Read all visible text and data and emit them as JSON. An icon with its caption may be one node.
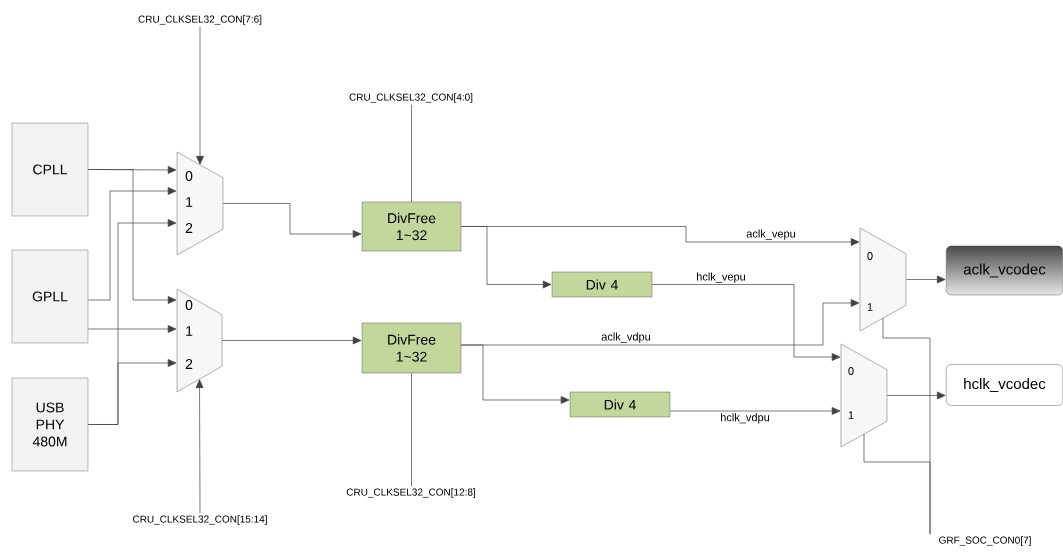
{
  "diagram": {
    "nodes": [
      {
        "text": [
          "CPLL"
        ]
      },
      {
        "text": [
          "GPLL"
        ]
      },
      {
        "text": [
          "USB PHY 480M"
        ]
      },
      {
        "text": [
          "0",
          "1",
          "2"
        ]
      },
      {
        "text": [
          "0",
          "1",
          "2"
        ]
      },
      {
        "text": [
          "DivFree 1~32"
        ]
      },
      {
        "text": [
          "DivFree 1~32"
        ]
      },
      {
        "text": [
          "Div 4"
        ]
      },
      {
        "text": [
          "Div 4"
        ]
      },
      {
        "text": [
          "0",
          "1"
        ]
      },
      {
        "text": [
          "0",
          "1"
        ]
      },
      {
        "text": [
          "aclk_vcodec"
        ]
      },
      {
        "text": [
          "hclk_vcodec"
        ]
      },
      {
        "text": [
          "CRU_CLKSEL32_CON[7:6]"
        ]
      },
      {
        "text": [
          "CRU_CLKSEL32_CON[4:0]"
        ]
      },
      {
        "text": [
          "CRU_CLKSEL32_CON[15:14]"
        ]
      },
      {
        "text": [
          "CRU_CLKSEL32_CON[12:8]"
        ]
      },
      {
        "text": [
          "GRF_SOC_CON0[7]"
        ]
      }
    ],
    "edges": [
      {
        "from": 0,
        "to": 3,
        "arrow": "to"
      },
      {
        "from": 0,
        "to": 4,
        "arrow": "to"
      },
      {
        "from": 1,
        "to": 3,
        "arrow": "to"
      },
      {
        "from": 1,
        "to": 4,
        "arrow": "to"
      },
      {
        "from": 2,
        "to": 3,
        "arrow": "to"
      },
      {
        "from": 2,
        "to": 4,
        "arrow": "to"
      },
      {
        "from": 13,
        "to": 3,
        "arrow": "to"
      },
      {
        "from": 15,
        "to": 4,
        "arrow": "to"
      },
      {
        "from": 3,
        "to": 5,
        "arrow": "to"
      },
      {
        "from": 4,
        "to": 6,
        "arrow": "to"
      },
      {
        "from": 14,
        "to": 5,
        "arrow": "none"
      },
      {
        "from": 16,
        "to": 6,
        "arrow": "none"
      },
      {
        "from": 5,
        "to": 9,
        "arrow": "to",
        "label": "aclk_vepu"
      },
      {
        "from": 5,
        "to": 7,
        "arrow": "to"
      },
      {
        "from": 7,
        "to": 10,
        "arrow": "to",
        "label": "hclk_vepu"
      },
      {
        "from": 6,
        "to": 9,
        "arrow": "to",
        "label": "aclk_vdpu"
      },
      {
        "from": 6,
        "to": 8,
        "arrow": "to"
      },
      {
        "from": 8,
        "to": 10,
        "arrow": "to",
        "label": "hclk_vdpu"
      },
      {
        "from": 9,
        "to": 11,
        "arrow": "to"
      },
      {
        "from": 10,
        "to": 12,
        "arrow": "to"
      },
      {
        "from": 17,
        "to": 9,
        "arrow": "none"
      },
      {
        "from": 17,
        "to": 10,
        "arrow": "none"
      }
    ]
  }
}
